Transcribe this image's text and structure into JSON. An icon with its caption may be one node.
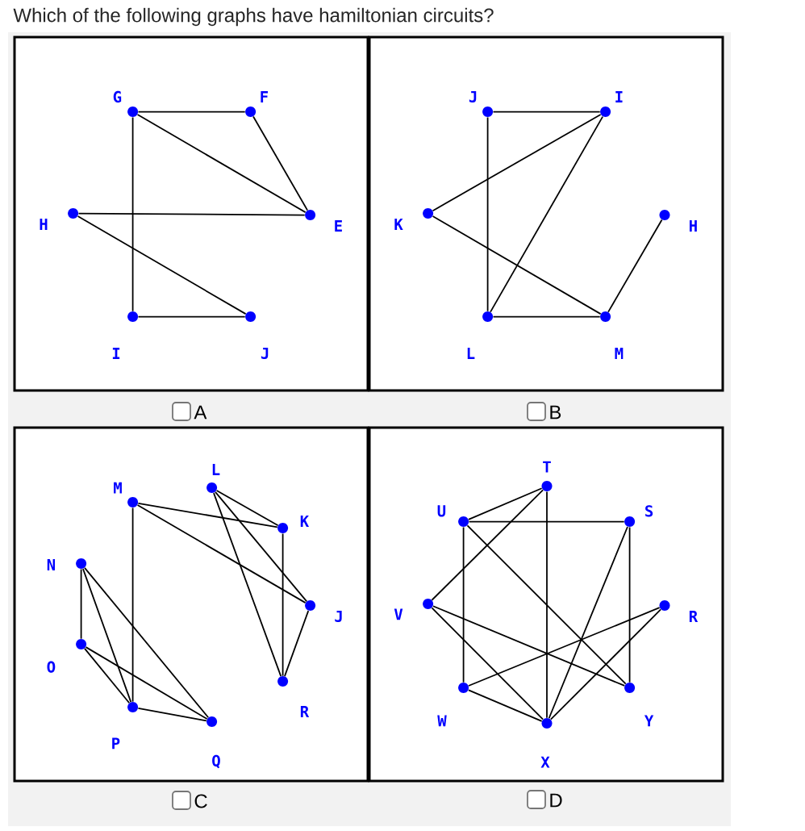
{
  "diagram": {
    "title": "Which of the following graphs have hamiltonian circuits?",
    "nodes": [
      {
        "text": [],
        "shape": "box",
        "beside": [
          "A"
        ]
      },
      {
        "text": [],
        "shape": "circle",
        "beside": [
          "G"
        ],
        "in": 0
      },
      {
        "text": [],
        "shape": "circle",
        "beside": [
          "F"
        ],
        "in": 0
      },
      {
        "text": [],
        "shape": "circle",
        "beside": [
          "H"
        ],
        "in": 0
      },
      {
        "text": [],
        "shape": "circle",
        "beside": [
          "E"
        ],
        "in": 0
      },
      {
        "text": [],
        "shape": "circle",
        "beside": [
          "I"
        ],
        "in": 0
      },
      {
        "text": [],
        "shape": "circle",
        "beside": [
          "J"
        ],
        "in": 0
      },
      {
        "text": [],
        "shape": "box",
        "beside": [
          "B"
        ]
      },
      {
        "text": [],
        "shape": "circle",
        "beside": [
          "J"
        ],
        "in": 7
      },
      {
        "text": [],
        "shape": "circle",
        "beside": [
          "I"
        ],
        "in": 7
      },
      {
        "text": [],
        "shape": "circle",
        "beside": [
          "K"
        ],
        "in": 7
      },
      {
        "text": [],
        "shape": "circle",
        "beside": [
          "H"
        ],
        "in": 7
      },
      {
        "text": [],
        "shape": "circle",
        "beside": [
          "L"
        ],
        "in": 7
      },
      {
        "text": [],
        "shape": "circle",
        "beside": [
          "M"
        ],
        "in": 7
      },
      {
        "text": [],
        "shape": "box",
        "beside": [
          "C"
        ]
      },
      {
        "text": [],
        "shape": "circle",
        "beside": [
          "L"
        ],
        "in": 14
      },
      {
        "text": [],
        "shape": "circle",
        "beside": [
          "M"
        ],
        "in": 14
      },
      {
        "text": [],
        "shape": "circle",
        "beside": [
          "K"
        ],
        "in": 14
      },
      {
        "text": [],
        "shape": "circle",
        "beside": [
          "N"
        ],
        "in": 14
      },
      {
        "text": [],
        "shape": "circle",
        "beside": [
          "J"
        ],
        "in": 14
      },
      {
        "text": [],
        "shape": "circle",
        "beside": [
          "O"
        ],
        "in": 14
      },
      {
        "text": [],
        "shape": "circle",
        "beside": [
          "R"
        ],
        "in": 14
      },
      {
        "text": [],
        "shape": "circle",
        "beside": [
          "P"
        ],
        "in": 14
      },
      {
        "text": [],
        "shape": "circle",
        "beside": [
          "Q"
        ],
        "in": 14
      },
      {
        "text": [],
        "shape": "box",
        "beside": [
          "D"
        ]
      },
      {
        "text": [],
        "shape": "circle",
        "beside": [
          "T"
        ],
        "in": 24
      },
      {
        "text": [],
        "shape": "circle",
        "beside": [
          "U"
        ],
        "in": 24
      },
      {
        "text": [],
        "shape": "circle",
        "beside": [
          "S"
        ],
        "in": 24
      },
      {
        "text": [],
        "shape": "circle",
        "beside": [
          "V"
        ],
        "in": 24
      },
      {
        "text": [],
        "shape": "circle",
        "beside": [
          "R"
        ],
        "in": 24
      },
      {
        "text": [],
        "shape": "circle",
        "beside": [
          "W"
        ],
        "in": 24
      },
      {
        "text": [],
        "shape": "circle",
        "beside": [
          "Y"
        ],
        "in": 24
      },
      {
        "text": [],
        "shape": "circle",
        "beside": [
          "X"
        ],
        "in": 24
      }
    ],
    "edges": [
      {
        "from": 1,
        "to": 2,
        "arrow": "none"
      },
      {
        "from": 1,
        "to": 4,
        "arrow": "none"
      },
      {
        "from": 2,
        "to": 4,
        "arrow": "none"
      },
      {
        "from": 3,
        "to": 4,
        "arrow": "none"
      },
      {
        "from": 3,
        "to": 6,
        "arrow": "none"
      },
      {
        "from": 1,
        "to": 5,
        "arrow": "none"
      },
      {
        "from": 5,
        "to": 6,
        "arrow": "none"
      },
      {
        "from": 8,
        "to": 9,
        "arrow": "none"
      },
      {
        "from": 8,
        "to": 12,
        "arrow": "none"
      },
      {
        "from": 10,
        "to": 9,
        "arrow": "none"
      },
      {
        "from": 9,
        "to": 12,
        "arrow": "none"
      },
      {
        "from": 10,
        "to": 13,
        "arrow": "none"
      },
      {
        "from": 12,
        "to": 13,
        "arrow": "none"
      },
      {
        "from": 13,
        "to": 11,
        "arrow": "none"
      },
      {
        "from": 16,
        "to": 17,
        "arrow": "none"
      },
      {
        "from": 16,
        "to": 19,
        "arrow": "none"
      },
      {
        "from": 16,
        "to": 22,
        "arrow": "none"
      },
      {
        "from": 15,
        "to": 17,
        "arrow": "none"
      },
      {
        "from": 15,
        "to": 19,
        "arrow": "none"
      },
      {
        "from": 15,
        "to": 21,
        "arrow": "none"
      },
      {
        "from": 17,
        "to": 21,
        "arrow": "none"
      },
      {
        "from": 19,
        "to": 21,
        "arrow": "none"
      },
      {
        "from": 18,
        "to": 20,
        "arrow": "none"
      },
      {
        "from": 18,
        "to": 22,
        "arrow": "none"
      },
      {
        "from": 18,
        "to": 23,
        "arrow": "none"
      },
      {
        "from": 20,
        "to": 22,
        "arrow": "none"
      },
      {
        "from": 20,
        "to": 23,
        "arrow": "none"
      },
      {
        "from": 22,
        "to": 23,
        "arrow": "none"
      },
      {
        "from": 26,
        "to": 25,
        "arrow": "none"
      },
      {
        "from": 26,
        "to": 27,
        "arrow": "none"
      },
      {
        "from": 25,
        "to": 28,
        "arrow": "none"
      },
      {
        "from": 25,
        "to": 32,
        "arrow": "none"
      },
      {
        "from": 26,
        "to": 30,
        "arrow": "none"
      },
      {
        "from": 26,
        "to": 31,
        "arrow": "none"
      },
      {
        "from": 27,
        "to": 31,
        "arrow": "none"
      },
      {
        "from": 27,
        "to": 32,
        "arrow": "none"
      },
      {
        "from": 28,
        "to": 31,
        "arrow": "none"
      },
      {
        "from": 28,
        "to": 32,
        "arrow": "none"
      },
      {
        "from": 29,
        "to": 30,
        "arrow": "none"
      },
      {
        "from": 29,
        "to": 32,
        "arrow": "none"
      },
      {
        "from": 30,
        "to": 32,
        "arrow": "none"
      }
    ]
  }
}
